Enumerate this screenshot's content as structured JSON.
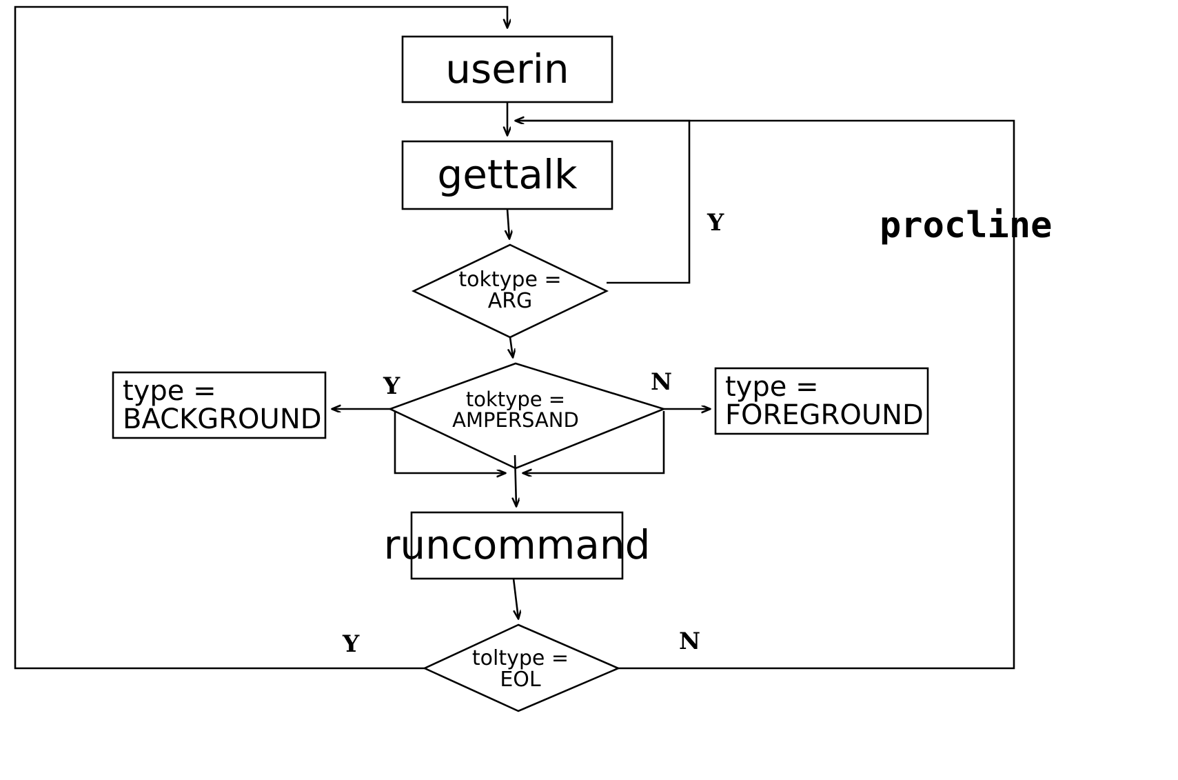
{
  "diagram": {
    "title_label": "procline",
    "nodes": {
      "userin": {
        "label": "userin",
        "type": "process"
      },
      "gettalk": {
        "label": "gettalk",
        "type": "process"
      },
      "tok_arg": {
        "label": "toktype =\nARG",
        "type": "decision"
      },
      "tok_ampersand": {
        "label": "toktype =\nAMPERSAND",
        "type": "decision"
      },
      "type_background": {
        "label": "type =\nBACKGROUND",
        "type": "assignment"
      },
      "type_foreground": {
        "label": "type =\nFOREGROUND",
        "type": "assignment"
      },
      "runcommand": {
        "label": "runcommand",
        "type": "process"
      },
      "tol_eol": {
        "label": "toltype =\nEOL",
        "type": "decision"
      }
    },
    "branch_labels": {
      "arg_yes": "Y",
      "ampersand_yes": "Y",
      "ampersand_no": "N",
      "eol_yes": "Y",
      "eol_no": "N"
    },
    "colors": {
      "stroke": "#000000",
      "fill": "#ffffff",
      "text": "#000000"
    }
  }
}
